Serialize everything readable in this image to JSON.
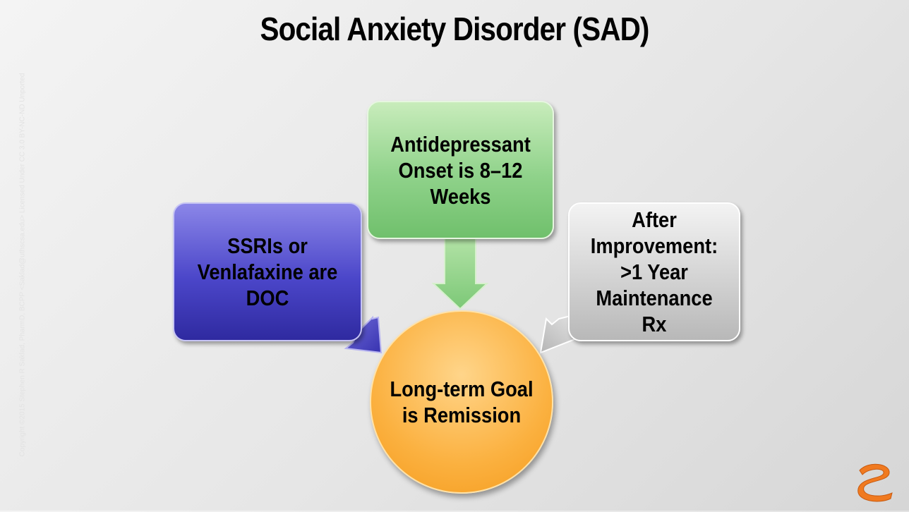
{
  "title": "Social Anxiety Disorder (SAD)",
  "side_note": "Copyright ©2015 Stephen R Saklad, PharmD, BCPP <Saklad@uthscsa.edu> Licensed Under CC 3.0 BY-NC-ND Unported",
  "boxes": {
    "left": "SSRIs or Venlafaxine are DOC",
    "top": "Antidepressant Onset is 8–12 Weeks",
    "right": "After Improvement: >1 Year Maintenance Rx"
  },
  "center": "Long-term Goal is Remission",
  "colors": {
    "blue": "#4b46c9",
    "green": "#8fd28a",
    "gray": "#d0d0d0",
    "orange": "#fbb140",
    "logo": "#f07a20"
  },
  "icons": {
    "logo": "saklad-logo"
  }
}
